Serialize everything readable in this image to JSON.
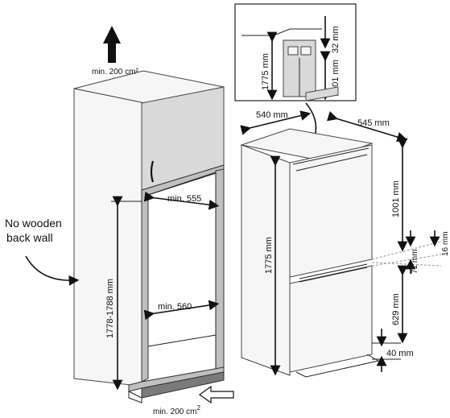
{
  "cabinet": {
    "vent_top": "min. 200 cm²",
    "no_wooden_line1": "No wooden",
    "no_wooden_line2": "back wall",
    "niche_height": "1778-1788 mm",
    "width_top": "min. 555",
    "width_bottom": "min. 560",
    "vent_bottom_prefix": "min. 200 cm",
    "vent_bottom_sup": "2"
  },
  "appliance": {
    "depth": "540 mm",
    "width": "545 mm",
    "total_height": "1775 mm",
    "upper_height": "1001 mm",
    "lower_height": "629 mm",
    "gap_16": "16 mm",
    "gap_71": "71 mm",
    "base_40": "40 mm"
  },
  "detail": {
    "height": "1775 mm",
    "upper": "1001 mm",
    "offset": "32 mm"
  }
}
